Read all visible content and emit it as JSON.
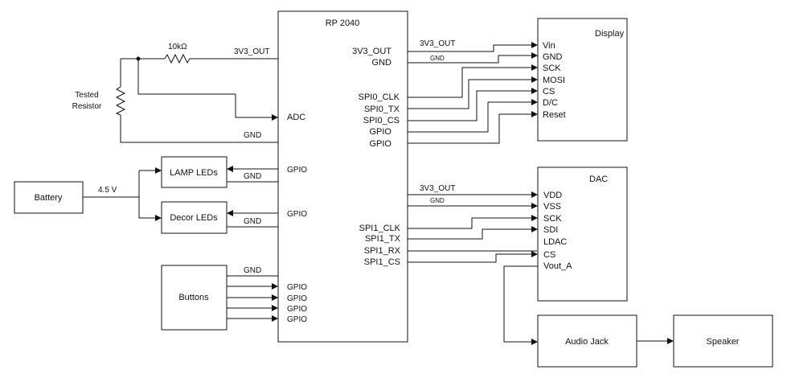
{
  "mcu": {
    "title": "RP 2040"
  },
  "display": {
    "title": "Display",
    "pins": [
      "Vin",
      "GND",
      "SCK",
      "MOSI",
      "CS",
      "D/C",
      "Reset"
    ]
  },
  "dac": {
    "title": "DAC",
    "pins": [
      "VDD",
      "VSS",
      "SCK",
      "SDI",
      "LDAC",
      "CS",
      "Vout_A"
    ]
  },
  "blocks": {
    "battery": "Battery",
    "lamp_leds": "LAMP LEDs",
    "decor_leds": "Decor LEDs",
    "buttons": "Buttons",
    "audio_jack": "Audio Jack",
    "speaker": "Speaker"
  },
  "resistor_circuit": {
    "fixed_value": "10kΩ",
    "tested_line1": "Tested",
    "tested_line2": "Resistor",
    "supply_label": "3V3_OUT",
    "adc_label": "ADC",
    "gnd_label": "GND"
  },
  "battery_voltage": "4.5 V",
  "left_pins": {
    "lamp_gpio": "GPIO",
    "lamp_gnd": "GND",
    "decor_gpio": "GPIO",
    "decor_gnd": "GND",
    "buttons_gnd": "GND",
    "buttons_gpio": [
      "GPIO",
      "GPIO",
      "GPIO",
      "GPIO"
    ]
  },
  "spi0_pins": [
    "3V3_OUT",
    "GND",
    "SPI0_CLK",
    "SPI0_TX",
    "SPI0_CS",
    "GPIO",
    "GPIO"
  ],
  "spi1_pins": [
    "SPI1_CLK",
    "SPI1_TX",
    "SPI1_RX",
    "SPI1_CS"
  ],
  "wire_labels": {
    "display_3v3": "3V3_OUT",
    "display_gnd": "GND",
    "dac_3v3": "3V3_OUT",
    "dac_gnd": "GND"
  }
}
